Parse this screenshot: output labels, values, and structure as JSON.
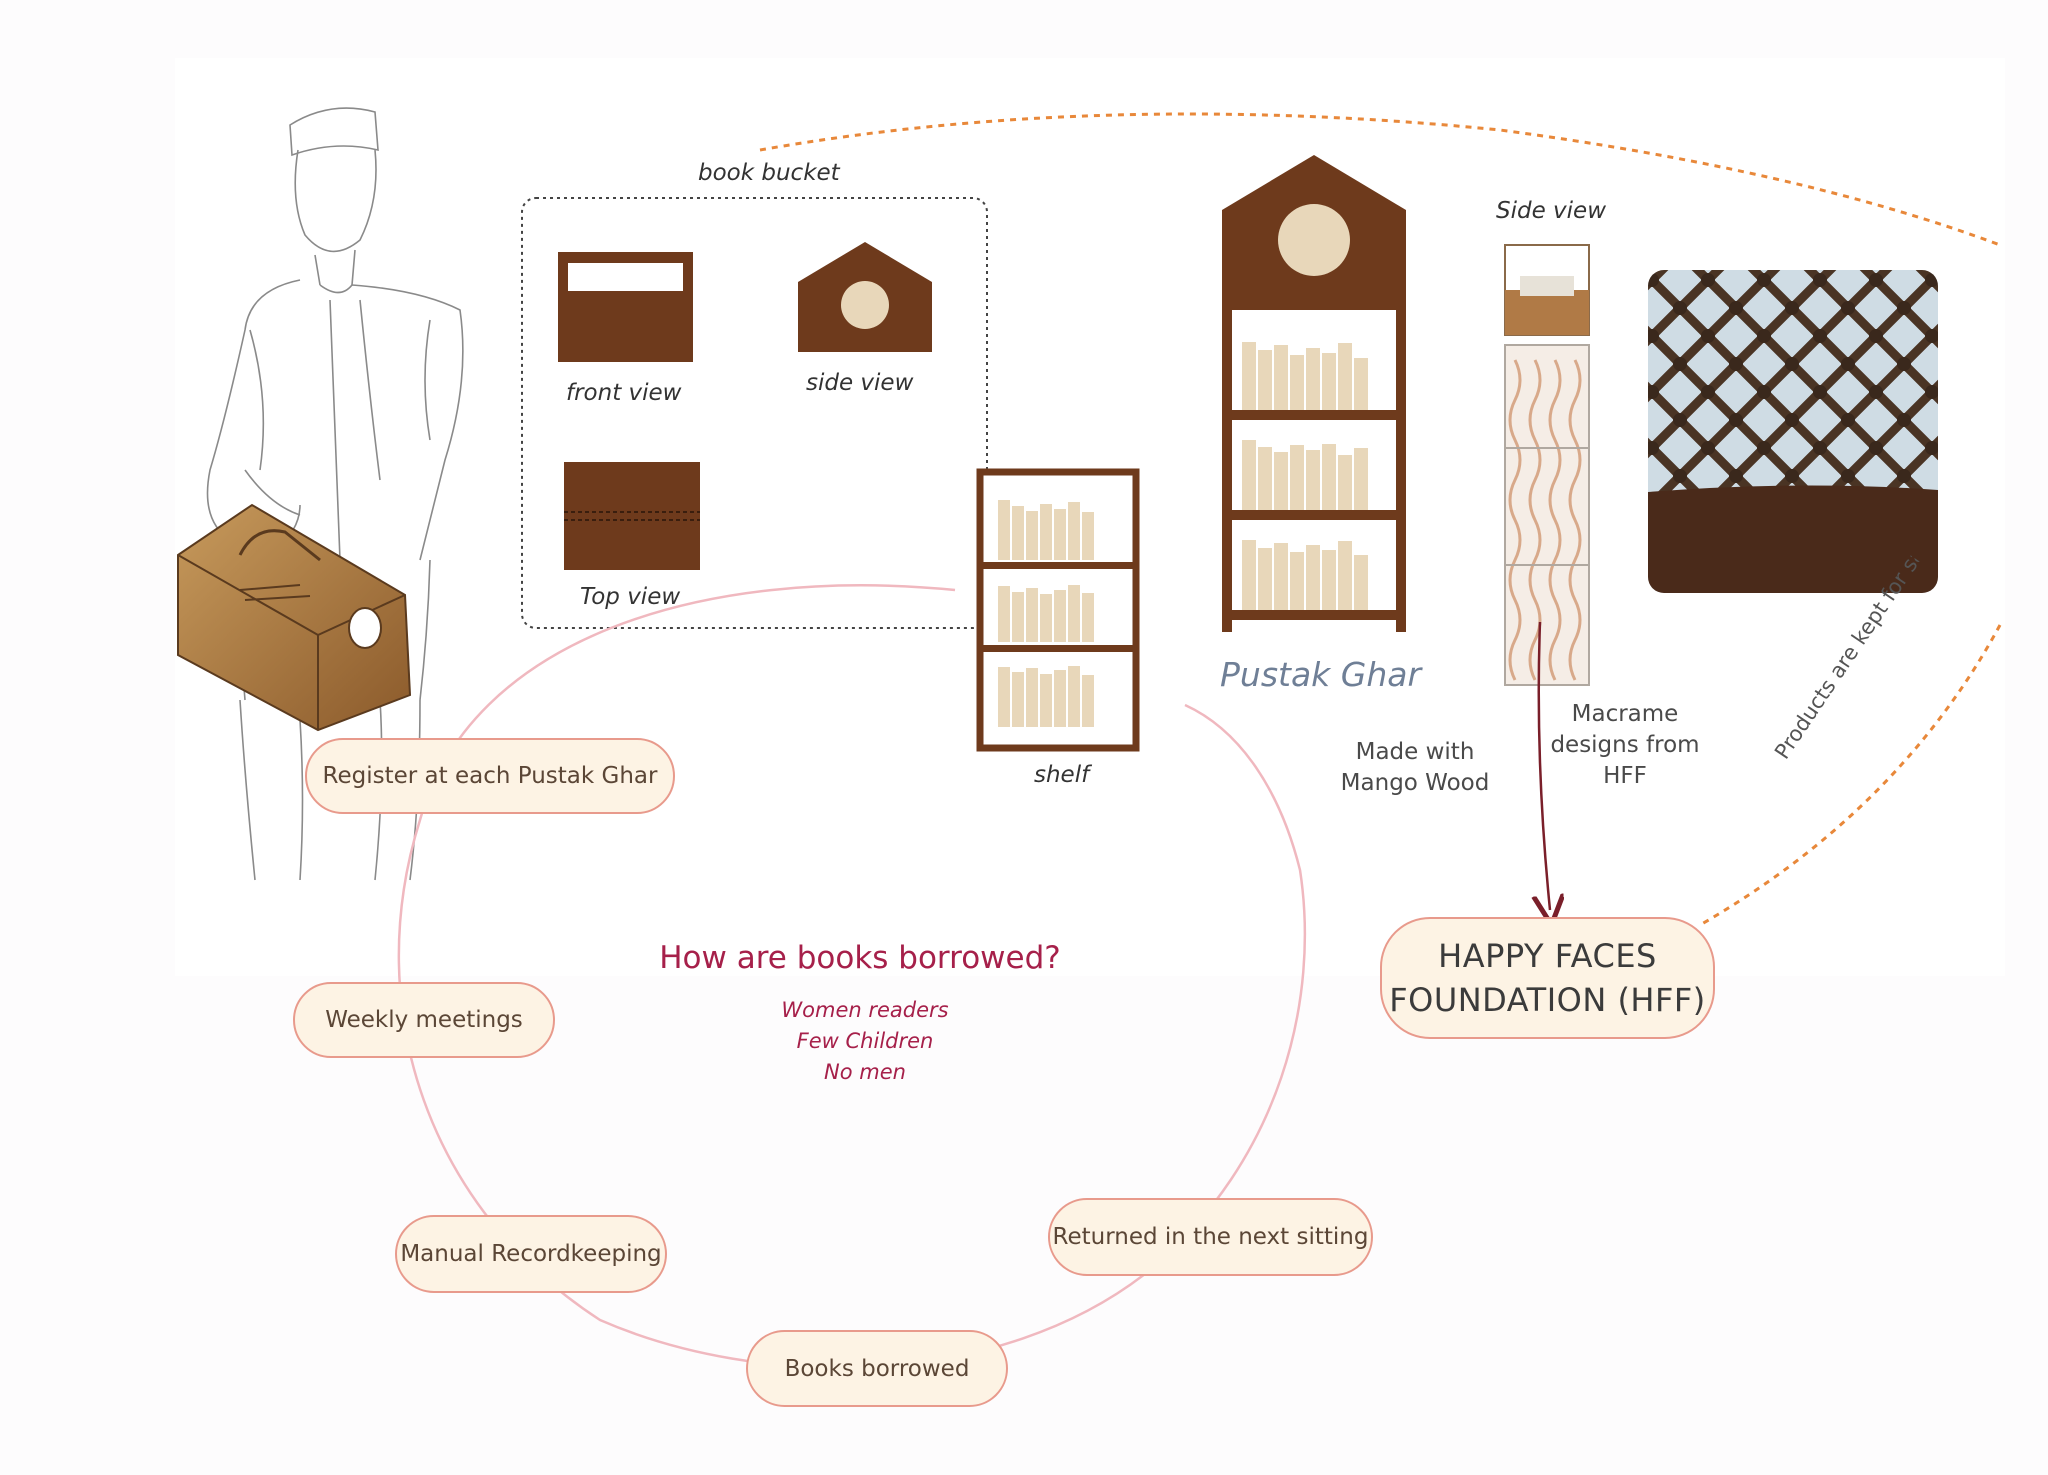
{
  "bucket": {
    "title": "book bucket",
    "front_view": "front view",
    "side_view": "side view",
    "top_view": "Top view"
  },
  "shelf_label": "shelf",
  "pustak_ghar_label": "Pustak Ghar",
  "side_view_label": "Side view",
  "wood_note": "Made with\nMango Wood",
  "macrame_note": "Macrame\ndesigns from\nHFF",
  "hff": {
    "line1": "HAPPY FACES",
    "line2": "FOUNDATION (HFF)"
  },
  "products_note": "Products are kept for sale f",
  "cycle": {
    "title": "How are books borrowed?",
    "readers": [
      "Women readers",
      "Few Children",
      "No men"
    ],
    "steps": [
      "Register at each Pustak Ghar",
      "Weekly meetings",
      "Manual Recordkeeping",
      "Books borrowed",
      "Returned in the next sitting"
    ]
  },
  "colors": {
    "wood": "#6e3a1c",
    "book": "#e8d7ba",
    "accent": "#a6204a",
    "pill_border": "#e89a8c",
    "pill_fill": "#fdf3e4",
    "dash_orange": "#e8883a"
  }
}
